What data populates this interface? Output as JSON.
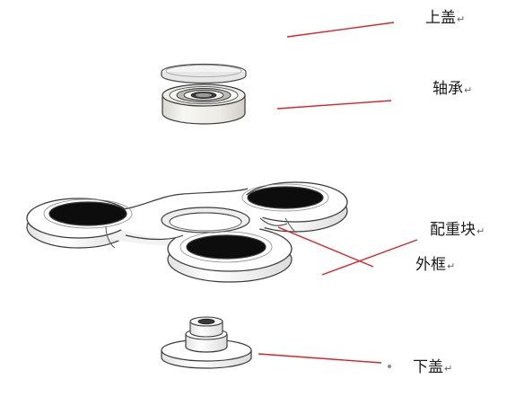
{
  "labels": {
    "top_cover": "上盖",
    "bearing": "轴承",
    "counterweight": "配重块",
    "outer_frame": "外框",
    "bottom_cover": "下盖"
  },
  "paragraph_mark": "↵",
  "colors": {
    "leader_line": "#d8232a",
    "outline": "#3a3a3a",
    "hole_fill": "#0d0d0d",
    "part_fill": "#ffffff",
    "bearing_face": "#eeeeea"
  }
}
